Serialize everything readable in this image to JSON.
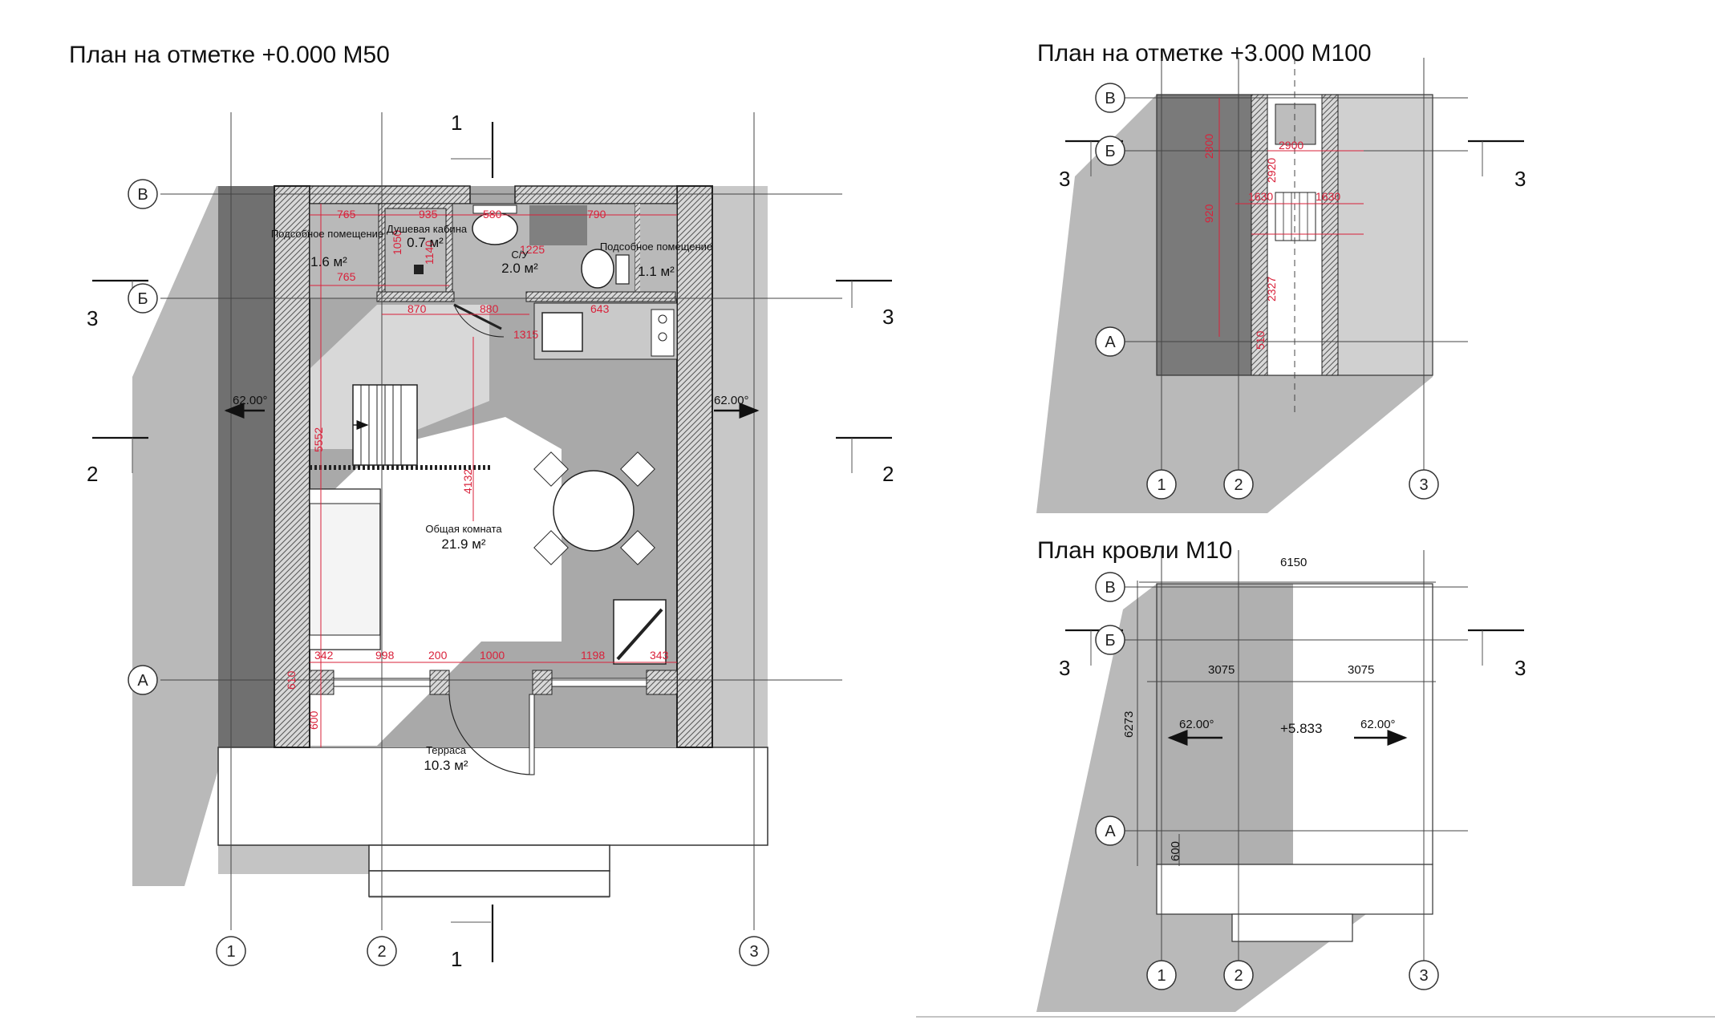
{
  "titles": {
    "plan1": "План на отметке +0.000 М50",
    "plan2": "План на отметке +3.000 М100",
    "plan3": "План кровли М10"
  },
  "axes": {
    "vertical": [
      "1",
      "2",
      "3"
    ],
    "horizontal": [
      "В",
      "Б",
      "А"
    ]
  },
  "sections": {
    "s1": "1",
    "s2": "2",
    "s3": "3"
  },
  "rooms": [
    {
      "name": "Подсобное помещение",
      "area": "1.6 м²"
    },
    {
      "name": "Душевая кабина",
      "area": "0.7 м²"
    },
    {
      "name": "С/У",
      "area": "2.0 м²"
    },
    {
      "name": "Подсобное помещение",
      "area": "1.1 м²"
    },
    {
      "name": "Общая комната",
      "area": "21.9 м²"
    },
    {
      "name": "Терраса",
      "area": "10.3 м²"
    }
  ],
  "plan1_dims": [
    "765",
    "935",
    "580",
    "790",
    "1050",
    "1140",
    "1225",
    "765",
    "870",
    "880",
    "1315",
    "643",
    "5552",
    "4132",
    "342",
    "998",
    "200",
    "1000",
    "1198",
    "343",
    "610",
    "600"
  ],
  "plan1_slopes": [
    "62.00°",
    "62.00°"
  ],
  "plan2_dims": [
    "2800",
    "2900",
    "2920",
    "920",
    "1630",
    "1630",
    "2327",
    "510"
  ],
  "roof": {
    "dims": [
      "6150",
      "3075",
      "3075",
      "6273",
      "600"
    ],
    "level": "+5.833",
    "slopes": [
      "62.00°",
      "62.00°"
    ]
  },
  "colors": {
    "shadow": "#b3b3b3",
    "wall_dark": "#6f6f6f",
    "dim_red": "#d9213a",
    "line": "#222222"
  }
}
